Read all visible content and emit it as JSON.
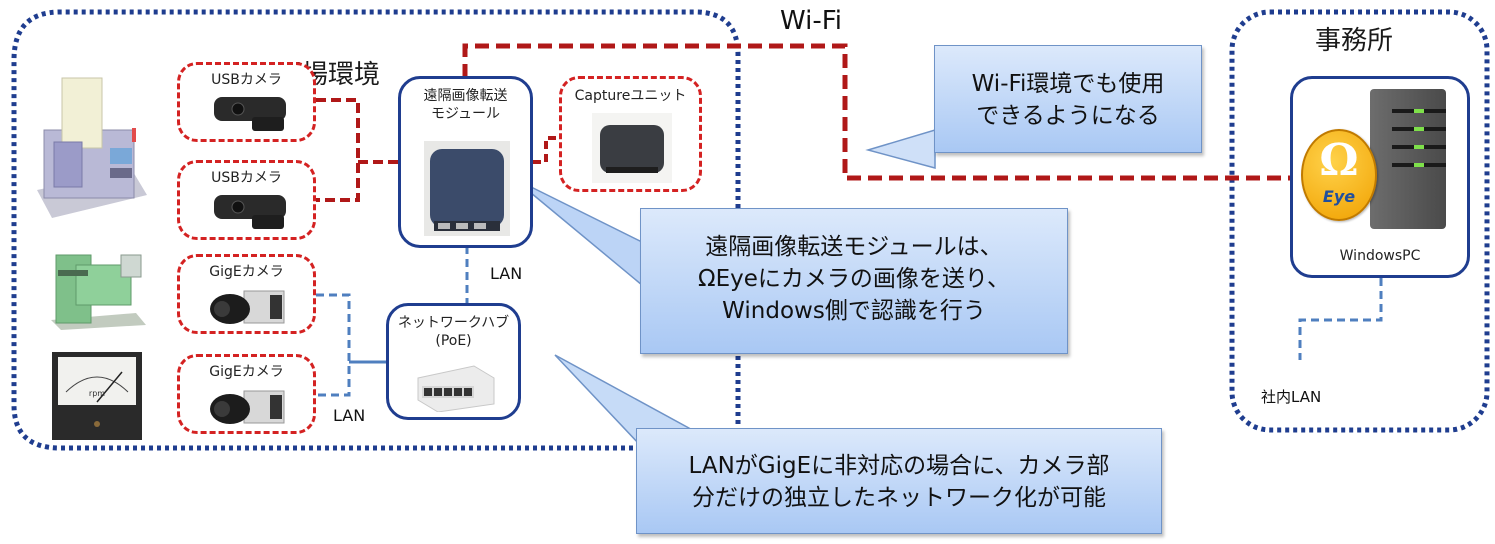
{
  "colors": {
    "zone_border": "#1f3d8f",
    "node_border": "#1f3d8f",
    "usb_link": "#b01818",
    "wifi_link": "#b01818",
    "camera_box": "#d42222",
    "lan_link": "#4f7fbf",
    "callout_top": "#dce9fb",
    "callout_bottom": "#a9c8f4"
  },
  "zones": {
    "site": {
      "title": "現場環境"
    },
    "office": {
      "title": "事務所"
    }
  },
  "links": {
    "wifi_label": "Wi-Fi",
    "lan_label_upper": "LAN",
    "lan_label_lower": "LAN",
    "office_lan_label": "社内LAN"
  },
  "equipment": [
    {
      "name": "machining-center",
      "icon": "cnc-machine"
    },
    {
      "name": "milling-machine",
      "icon": "milling-machine"
    },
    {
      "name": "analog-meter",
      "icon": "rpm-meter"
    }
  ],
  "cameras": [
    {
      "label": "USBカメラ",
      "type": "usb"
    },
    {
      "label": "USBカメラ",
      "type": "usb"
    },
    {
      "label": "GigEカメラ",
      "type": "gige"
    },
    {
      "label": "GigEカメラ",
      "type": "gige"
    }
  ],
  "nodes": {
    "transfer_module": {
      "label_line1": "遠隔画像転送",
      "label_line2": "モジュール"
    },
    "capture_unit": {
      "label": "Captureユニット"
    },
    "network_hub": {
      "label_line1": "ネットワークハブ",
      "label_line2": "(PoE)"
    },
    "windows_pc": {
      "label": "WindowsPC",
      "logo_symbol": "Ω",
      "logo_text": "Eye"
    }
  },
  "callouts": {
    "wifi": {
      "line1": "Wi-Fi環境でも使用",
      "line2": "できるようになる"
    },
    "module": {
      "line1": "遠隔画像転送モジュールは、",
      "line2": "ΩEyeにカメラの画像を送り、",
      "line3": "Windows側で認識を行う"
    },
    "hub": {
      "line1": "LANがGigEに非対応の場合に、カメラ部",
      "line2": "分だけの独立したネットワーク化が可能"
    }
  }
}
